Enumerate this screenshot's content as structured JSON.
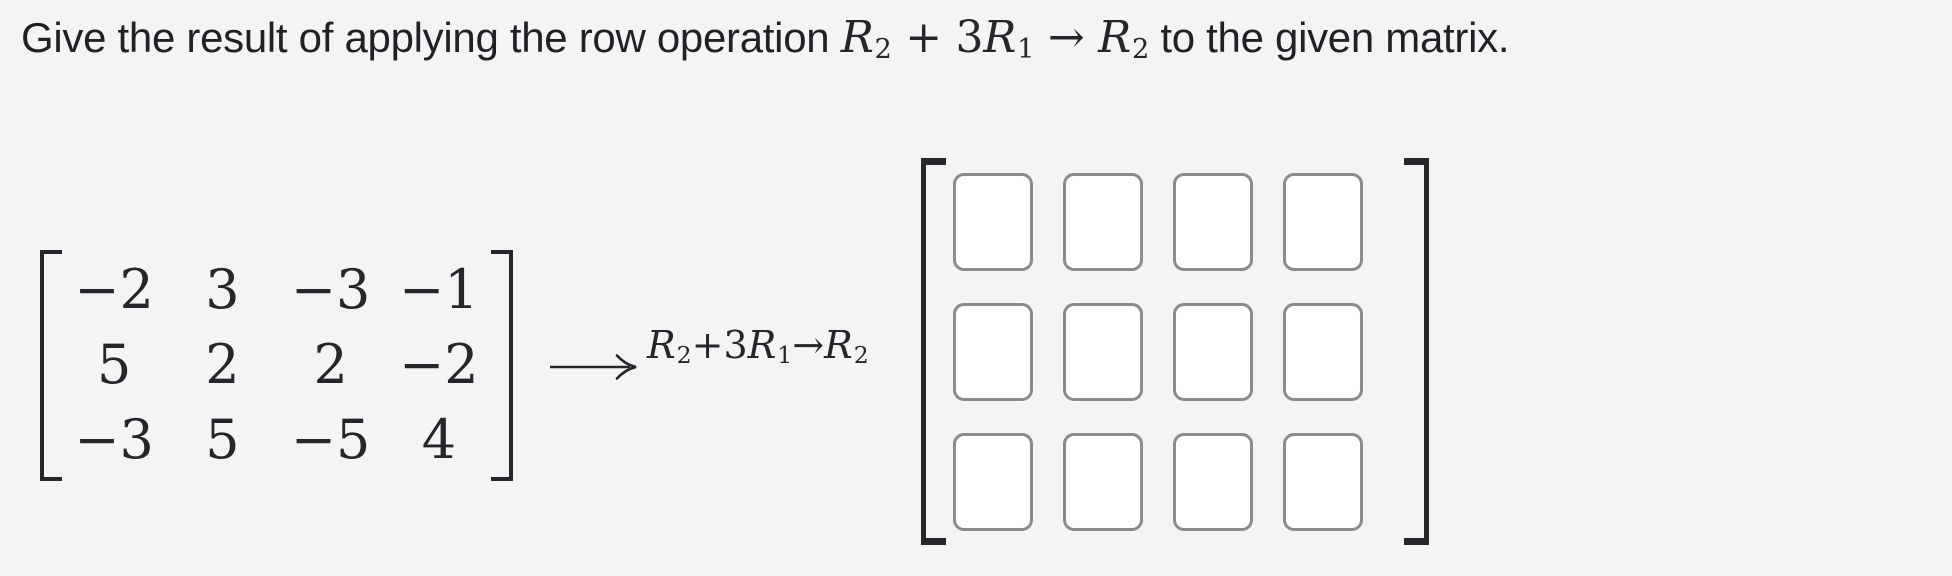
{
  "title": {
    "text_before": "Give the result of applying the row operation ",
    "operation": {
      "r1": "R",
      "sub1": "2",
      "plus": " + 3",
      "r2": "R",
      "sub2": "1",
      "arrow": " → ",
      "r3": "R",
      "sub3": "2"
    },
    "text_after": " to the given matrix."
  },
  "given_matrix": {
    "rows": [
      [
        "−2",
        "3",
        "−3",
        "−1"
      ],
      [
        "5",
        "2",
        "2",
        "−2"
      ],
      [
        "−3",
        "5",
        "−5",
        "4"
      ]
    ]
  },
  "row_operation": {
    "arrow_icon": "long-right-arrow",
    "label": {
      "r1": "R",
      "sub1": "2",
      "plus": "+3",
      "r2": "R",
      "sub2": "1",
      "arrow": "→",
      "r3": "R",
      "sub3": "2"
    }
  },
  "answer_matrix": {
    "rows": 3,
    "cols": 4,
    "cell_value": ""
  },
  "colors": {
    "background": "#f4f4f5",
    "text": "#1f2127",
    "math_text": "#24262c",
    "bracket": "#26282e",
    "input_border": "#8a8b8e",
    "input_background": "#ffffff"
  }
}
